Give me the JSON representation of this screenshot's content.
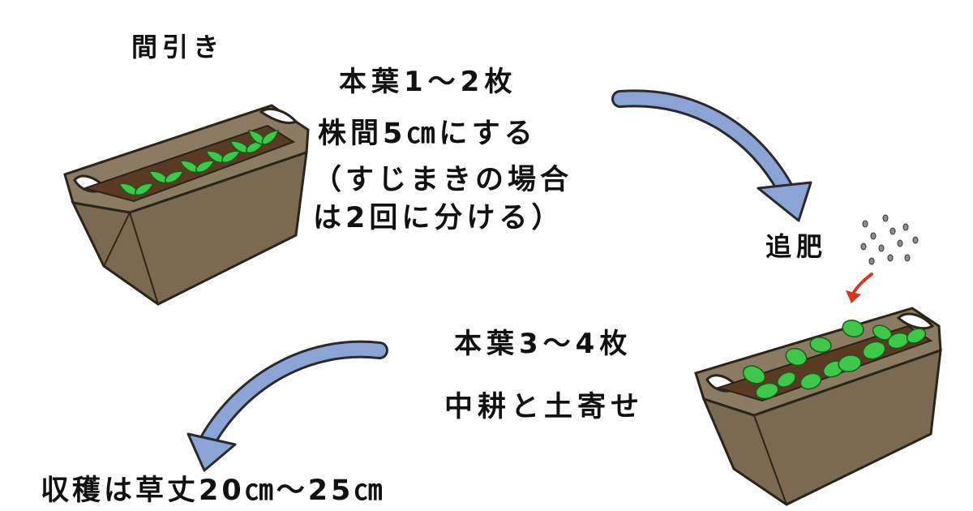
{
  "labels": {
    "thinning": "間引き",
    "leaves_1_2": "本葉1〜2枚",
    "spacing": "株間5㎝にする",
    "note_line1": "（すじまきの場合",
    "note_line2": "は2回に分ける）",
    "fertilize": "追肥",
    "leaves_3_4": "本葉3〜4枚",
    "cultivate": "中耕と土寄せ",
    "harvest": "収穫は草丈20㎝〜25㎝"
  },
  "icons": {
    "planter_top": "planter-seedlings-icon",
    "planter_bottom": "planter-grown-plants-icon",
    "fertilizer": "fertilizer-granules-icon",
    "arrow_next": "curved-arrow-icon",
    "arrow_pour": "small-red-arrow-icon"
  },
  "colors": {
    "planter_body": "#7a6a52",
    "planter_rim": "#8b7b62",
    "soil": "#5a3a22",
    "leaf": "#3ec84a",
    "arrow": "#8aa4d6",
    "pour_arrow": "#d23a1f",
    "granule": "#8a8f8c",
    "text": "#111111"
  }
}
